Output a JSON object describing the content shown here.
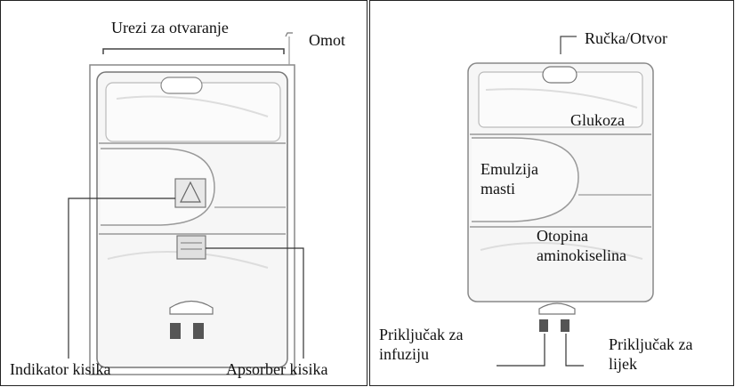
{
  "left_panel": {
    "labels": {
      "opening_notches": "Urezi za otvaranje",
      "overwrap": "Omot",
      "oxygen_indicator": "Indikator kisika",
      "oxygen_absorber": "Apsorber kisika"
    }
  },
  "right_panel": {
    "labels": {
      "handle": "Ručka/Otvor",
      "glucose": "Glukoza",
      "lipid_emulsion": "Emulzija masti",
      "amino_acid_solution": "Otopina aminokiselina",
      "infusion_port": "Priključak za infuziju",
      "additive_port": "Priključak za lijek"
    }
  }
}
